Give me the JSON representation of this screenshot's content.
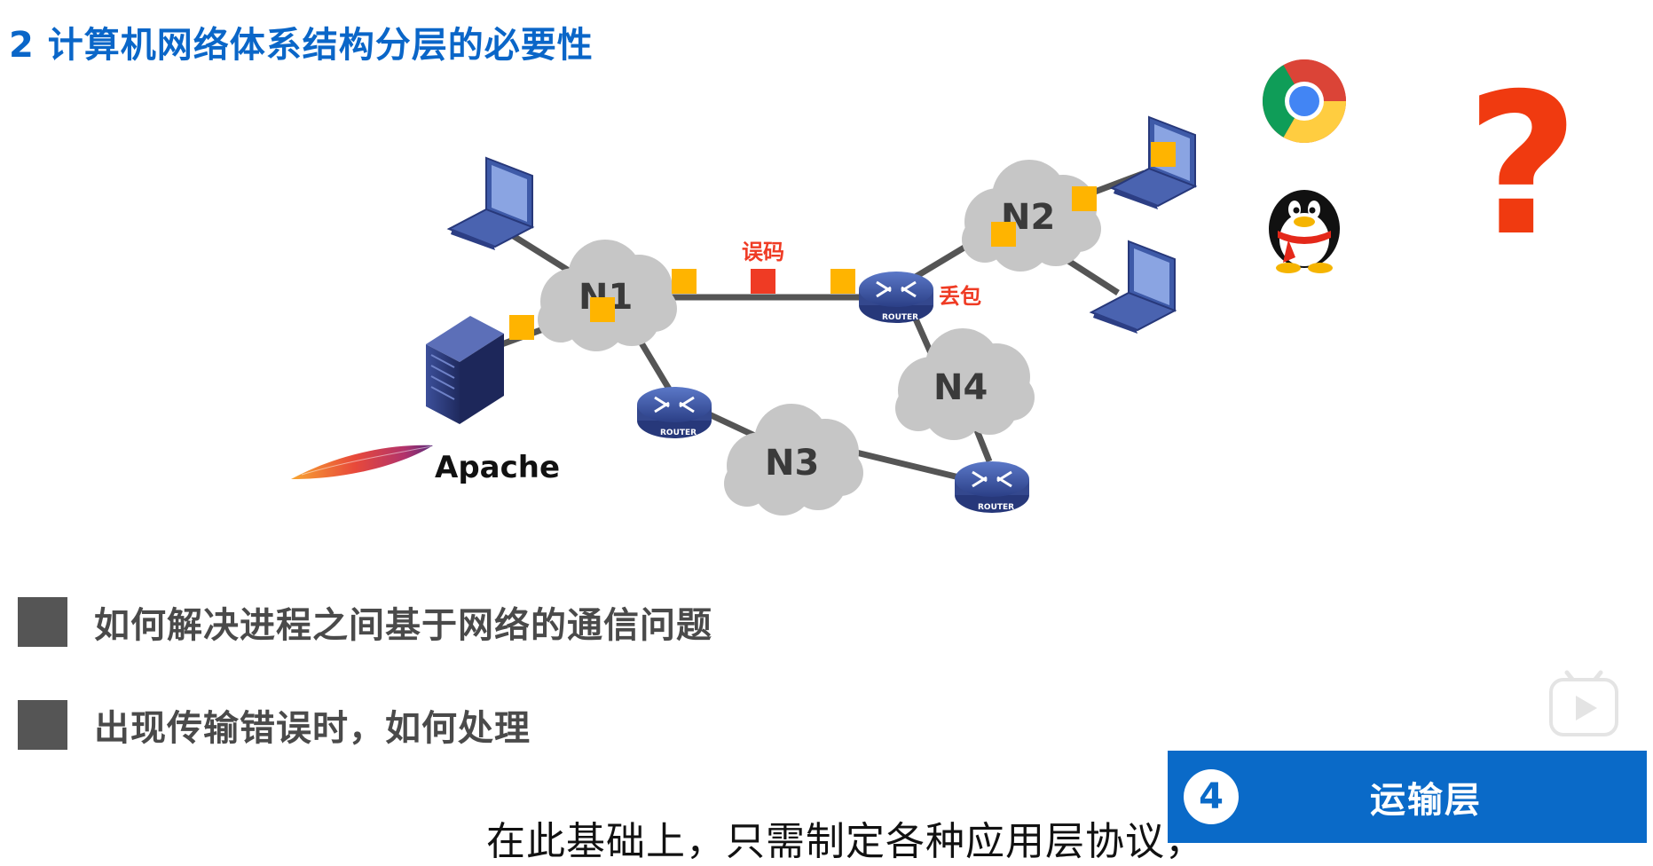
{
  "title": "2 计算机网络体系结构分层的必要性",
  "diagram": {
    "networks": [
      "N1",
      "N2",
      "N3",
      "N4"
    ],
    "router_label": "ROUTER",
    "annotations": {
      "error": "误码",
      "packet_loss": "丢包"
    },
    "apache_label": "Apache",
    "question_mark": "?",
    "icons": [
      "laptop-icon",
      "server-icon",
      "router-icon",
      "apache-feather-icon",
      "chrome-icon",
      "qq-penguin-icon",
      "question-mark-icon"
    ]
  },
  "bullets": [
    {
      "text": "如何解决进程之间基于网络的通信问题"
    },
    {
      "text": "出现传输错误时，如何处理"
    }
  ],
  "layer": {
    "number": "4",
    "name": "运输层"
  },
  "subtitle": "在此基础上，只需制定各种应用层协议，",
  "colors": {
    "accent_blue": "#0a6ac8",
    "packet_yellow": "#ffb400",
    "packet_red": "#ef3b24",
    "cloud_gray": "#c8c8c8"
  }
}
